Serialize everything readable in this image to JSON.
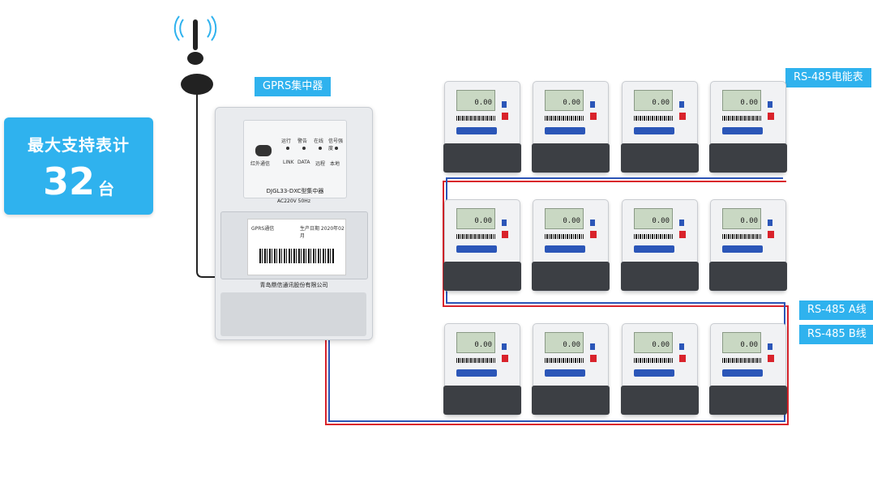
{
  "info_card": {
    "line1": "最大支持表计",
    "count": "32",
    "unit": "台"
  },
  "labels": {
    "gprs": "GPRS集中器",
    "rs485_meter": "RS-485电能表",
    "rs485_a": "RS-485 A线",
    "rs485_b": "RS-485 B线"
  },
  "concentrator": {
    "ir_label": "红外通信",
    "panel_labels": [
      "运行",
      "警告",
      "在线",
      "信号强度"
    ],
    "panel_labels2": [
      "LINK",
      "DATA",
      "远程",
      "本地"
    ],
    "model": "DJGL33-DXC型集中器",
    "voltage": "AC220V 50Hz",
    "module_label": "GPRS通信",
    "prod_date": "生产日期 2020年02月",
    "company": "青岛鼎信通讯股份有限公司"
  },
  "meter_reading": "0.00",
  "colors": {
    "accent": "#2fb2ee",
    "wire_red": "#d9232b",
    "wire_blue": "#2b56b8"
  }
}
